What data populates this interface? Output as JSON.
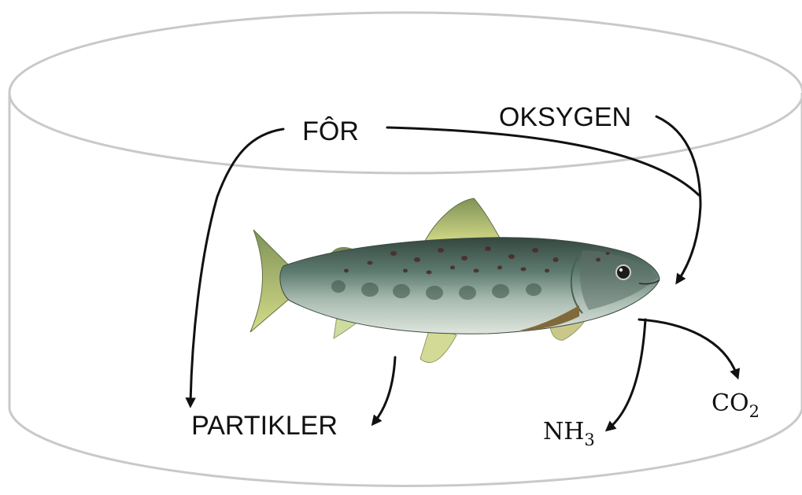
{
  "diagram": {
    "labels": {
      "feed": "FÔR",
      "oxygen": "OKSYGEN",
      "particles": "PARTIKLER",
      "ammonia": {
        "base": "NH",
        "sub": "3"
      },
      "carbon_dioxide": {
        "base": "CO",
        "sub": "2"
      }
    },
    "colors": {
      "tank_outline": "#c9c9c9",
      "arrows": "#111111",
      "fish_back": "#3f5a52",
      "fish_belly": "#c9d3c7",
      "fish_fins": "#b8c66a",
      "fish_spots": "#4a2a28"
    },
    "icons": {
      "tank": "cylinder-tank-icon",
      "fish": "trout-fish-icon"
    }
  }
}
